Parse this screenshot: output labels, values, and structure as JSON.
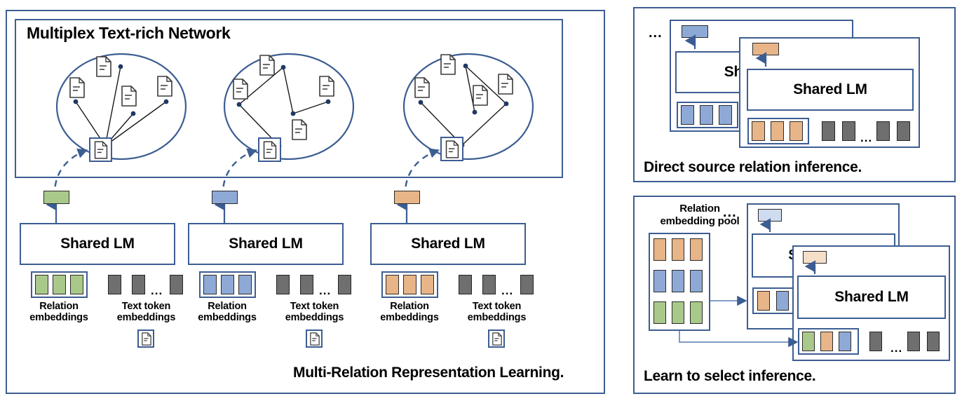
{
  "left_panel": {
    "name": "multi-relation-representation-learning-panel",
    "inner_title": "Multiplex Text-rich Network",
    "caption": "Multi-Relation Representation Learning.",
    "columns": [
      {
        "color": "#a9c98b",
        "color_name": "green",
        "lm_label": "Shared LM",
        "relation_label": "Relation\nembeddings",
        "relation_label_line1": "Relation",
        "relation_label_line2": "embeddings",
        "text_label_line1": "Text token",
        "text_label_line2": "embeddings",
        "relation_chip_count": 3,
        "text_chip_count": 3,
        "ellipsis": "..."
      },
      {
        "color": "#8ea9d6",
        "color_name": "blue",
        "lm_label": "Shared LM",
        "relation_label_line1": "Relation",
        "relation_label_line2": "embeddings",
        "text_label_line1": "Text token",
        "text_label_line2": "embeddings",
        "relation_chip_count": 3,
        "text_chip_count": 3,
        "ellipsis": "..."
      },
      {
        "color": "#e8b588",
        "color_name": "orange",
        "lm_label": "Shared LM",
        "relation_label_line1": "Relation",
        "relation_label_line2": "embeddings",
        "text_label_line1": "Text token",
        "text_label_line2": "embeddings",
        "relation_chip_count": 3,
        "text_chip_count": 3,
        "ellipsis": "..."
      }
    ],
    "graph_layers": [
      {
        "index": 1,
        "node_count": 5,
        "doc_count": 5,
        "highlight_node": "bottom-left"
      },
      {
        "index": 2,
        "node_count": 5,
        "doc_count": 5,
        "highlight_node": "bottom-left"
      },
      {
        "index": 3,
        "node_count": 5,
        "doc_count": 5,
        "highlight_node": "bottom-left"
      }
    ]
  },
  "top_right_panel": {
    "name": "direct-source-relation-inference-panel",
    "caption": "Direct source relation inference.",
    "ellipsis": "...",
    "back_card": {
      "lm_label": "Shared LM",
      "lm_label_visible": "Sha",
      "output_color": "#8ea9d6",
      "relation_chip_count": 3,
      "relation_chip_color": "#8ea9d6"
    },
    "front_card": {
      "lm_label": "Shared LM",
      "output_color": "#e8b588",
      "relation_chip_count": 3,
      "relation_chip_color": "#e8b588",
      "text_chip_count": 4,
      "ellipsis": "..."
    }
  },
  "bottom_right_panel": {
    "name": "learn-to-select-inference-panel",
    "caption": "Learn to select inference.",
    "pool_label_line1": "Relation",
    "pool_label_line2": "embedding pool",
    "ellipsis": "...",
    "pool_rows": [
      {
        "color": "#e8b588",
        "color_name": "orange",
        "count": 3
      },
      {
        "color": "#8ea9d6",
        "color_name": "blue",
        "count": 3
      },
      {
        "color": "#a9c98b",
        "color_name": "green",
        "count": 3
      }
    ],
    "back_card": {
      "lm_label": "Shared LM",
      "lm_label_visible": "Sh",
      "output_color": "#cfdcef",
      "selected_chips": [
        "#e8b588",
        "#8ea9d6"
      ]
    },
    "front_card": {
      "lm_label": "Shared LM",
      "output_color": "#f6dfc8",
      "selected_chips": [
        "#a9c98b",
        "#e8b588",
        "#8ea9d6"
      ],
      "text_chip_count": 3,
      "ellipsis": "..."
    }
  },
  "palette": {
    "border_blue": "#3c5d92",
    "green": "#a9c98b",
    "blue": "#8ea9d6",
    "orange": "#e8b588",
    "gray": "#6f6f6f",
    "pale_blue": "#cfdcef",
    "pale_orange": "#f6dfc8"
  }
}
